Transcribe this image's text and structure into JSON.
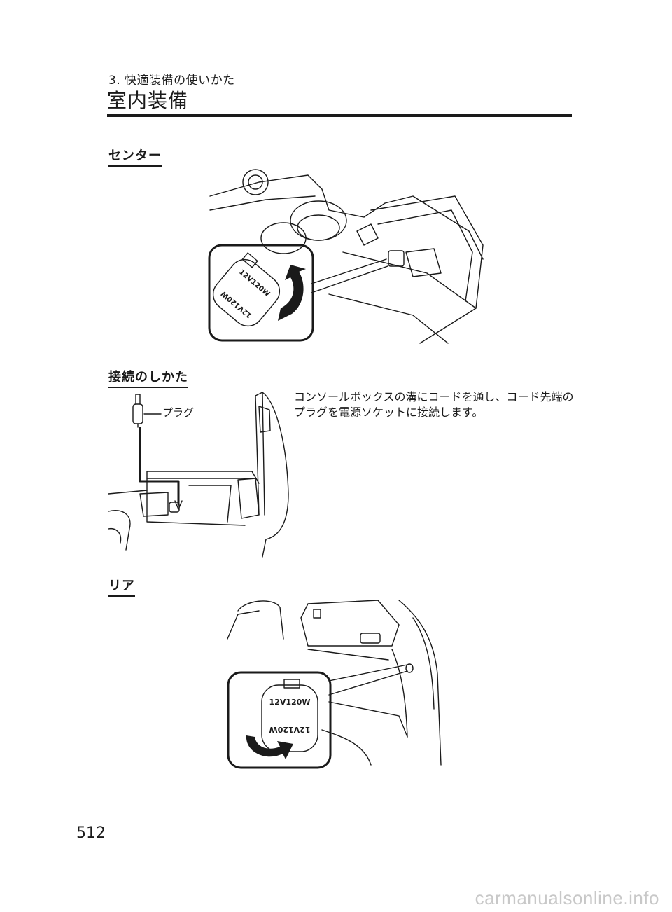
{
  "header": {
    "chapter": "3. 快適装備の使いかた",
    "title": "室内装備"
  },
  "sections": {
    "center": {
      "heading": "センター"
    },
    "connect": {
      "heading": "接続のしかた",
      "text": "コンソールボックスの溝にコードを通し、コード先端のプラグを電源ソケットに接続します。",
      "callout": "プラグ"
    },
    "rear": {
      "heading": "リア"
    }
  },
  "socket_label": "12V120W",
  "page_number": "512",
  "footer": "carmanualsonline.info"
}
